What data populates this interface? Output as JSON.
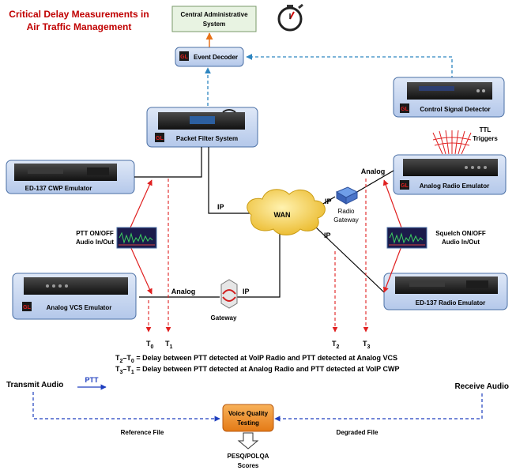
{
  "title": {
    "line1": "Critical Delay Measurements in",
    "line2": "Air Traffic Management"
  },
  "nodes": {
    "central_admin": {
      "line1": "Central Administrative",
      "line2": "System"
    },
    "event_decoder": "Event Decoder",
    "control_signal_detector": "Control Signal Detector",
    "packet_filter": "Packet Filter System",
    "ed137_cwp": "ED-137 CWP Emulator",
    "analog_radio": "Analog Radio Emulator",
    "analog_vcs": "Analog VCS Emulator",
    "ed137_radio": "ED-137 Radio Emulator",
    "wan": "WAN",
    "radio_gateway": {
      "line1": "Radio",
      "line2": "Gateway"
    },
    "gateway": "Gateway",
    "voice_quality": {
      "line1": "Voice Quality",
      "line2": "Testing"
    },
    "pesq": {
      "line1": "PESQ/POLQA",
      "line2": "Scores"
    }
  },
  "labels": {
    "ttl_triggers": {
      "line1": "TTL",
      "line2": "Triggers"
    },
    "ip_left": "IP",
    "ip_right": "IP",
    "ip_lower": "IP",
    "ip_gateway": "IP",
    "analog_top": "Analog",
    "analog_bottom": "Analog",
    "ptt_onoff": {
      "line1": "PTT ON/OFF",
      "line2": "Audio In/Out"
    },
    "squelch_onoff": {
      "line1": "Squelch ON/OFF",
      "line2": "Audio In/Out"
    },
    "transmit_audio": "Transmit Audio",
    "receive_audio": "Receive Audio",
    "ptt": "PTT",
    "reference_file": "Reference File",
    "degraded_file": "Degraded File",
    "gl_logo": "GL"
  },
  "timepoints": [
    {
      "letter": "T",
      "sub": "0"
    },
    {
      "letter": "T",
      "sub": "1"
    },
    {
      "letter": "T",
      "sub": "2"
    },
    {
      "letter": "T",
      "sub": "3"
    }
  ],
  "equations": {
    "eq1": {
      "a": "T",
      "a_sub": "2",
      "dash": "–",
      "b": "T",
      "b_sub": "0",
      "text": " = Delay between PTT detected at VoIP Radio and PTT detected at Analog VCS"
    },
    "eq2": {
      "a": "T",
      "a_sub": "3",
      "dash": "–",
      "b": "T",
      "b_sub": "1",
      "text": " = Delay between PTT detected at Analog Radio and PTT detected at VoIP CWP"
    }
  },
  "colors": {
    "title_red": "#c00000",
    "box_blue": "#c5d5ee",
    "box_border": "#4a6fa5",
    "admin_green": "#e8f3e2",
    "dash_blue": "#2e86c1",
    "arrow_red": "#e02020",
    "arrow_orange": "#e8731a",
    "ptt_blue": "#1f3fbf",
    "vqt_orange": "#f0922e",
    "cloud_gold": "#f0c030"
  }
}
